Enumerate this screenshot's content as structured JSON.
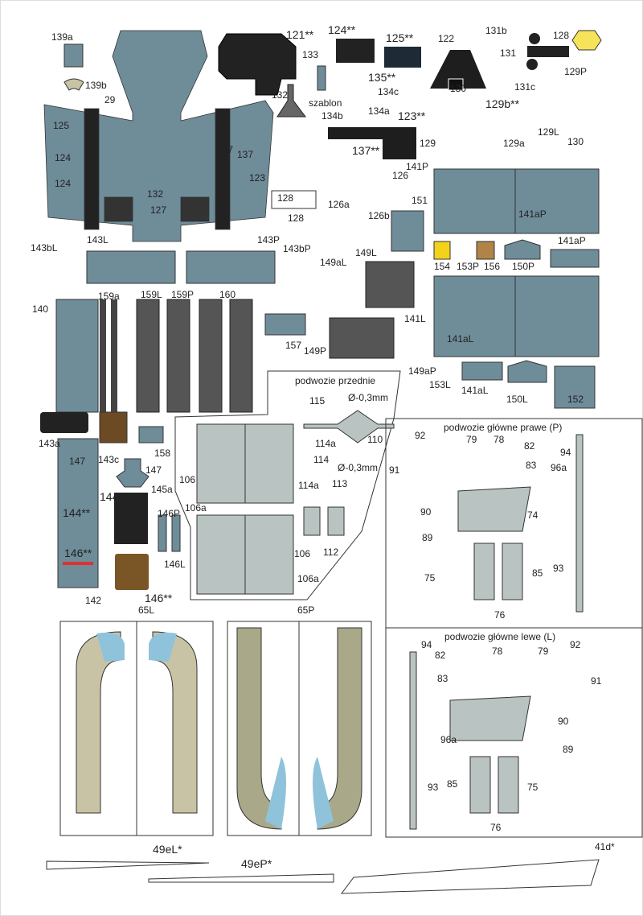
{
  "colors": {
    "part_blue": "#6f8c99",
    "panel_grey": "#b9c4c2",
    "dark": "#2b2b2b",
    "tan": "#c9c3a6",
    "light_blue": "#8fc3dc",
    "red": "#c8272c",
    "wood": "#7a5526"
  },
  "sections": {
    "front_gear": "podwozie przednie",
    "main_gear_right": "podwozie główne prawe (P)",
    "main_gear_left": "podwozie główne lewe (L)"
  },
  "labels": [
    "139a",
    "139b",
    "29",
    "121**",
    "124**",
    "125**",
    "122",
    "131b",
    "128",
    "131",
    "133",
    "135**",
    "129P",
    "132",
    "134c",
    "szablon",
    "134b",
    "134a",
    "131c",
    "129b**",
    "123**",
    "129",
    "129a",
    "129L",
    "130",
    "137**",
    "141P",
    "126",
    "126a",
    "126b",
    "151",
    "128",
    "141aP",
    "143L",
    "143P",
    "143bL",
    "143bP",
    "149L",
    "149aL",
    "154",
    "153P",
    "156",
    "150P",
    "140",
    "159a",
    "159L",
    "159P",
    "160",
    "141L",
    "157",
    "149P",
    "149aP",
    "153L",
    "141aL",
    "150L",
    "152",
    "115",
    "Ø-0,3mm",
    "110",
    "114a",
    "114",
    "Ø-0,3mm",
    "114a",
    "113",
    "143a",
    "143c",
    "158",
    "147",
    "106",
    "106a",
    "144**",
    "145a",
    "146P",
    "146L",
    "112",
    "106",
    "106a",
    "142",
    "146**",
    "65L",
    "65P",
    "92",
    "79",
    "78",
    "82",
    "94",
    "91",
    "83",
    "96a",
    "90",
    "74",
    "89",
    "75",
    "85",
    "93",
    "76",
    "94",
    "82",
    "78",
    "79",
    "92",
    "83",
    "91",
    "96a",
    "90",
    "89",
    "93",
    "85",
    "75",
    "76",
    "49eL*",
    "41d*",
    "49eP*",
    "147",
    "144**",
    "146**",
    "141aP",
    "141aL",
    "130",
    "132",
    "127",
    "125",
    "124",
    "124",
    "123",
    "128",
    "137",
    "137"
  ]
}
